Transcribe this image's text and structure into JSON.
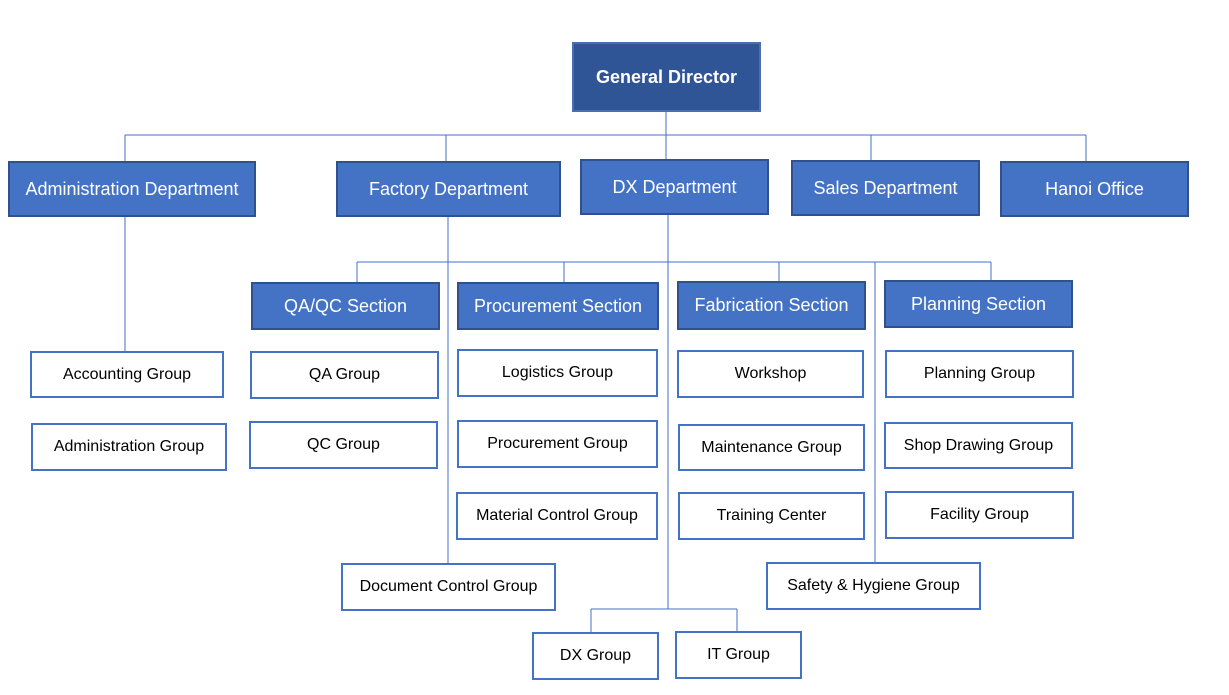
{
  "org": {
    "general_director": "General Director",
    "departments": {
      "administration": "Administration Department",
      "factory": "Factory Department",
      "dx": "DX Department",
      "sales": "Sales Department",
      "hanoi": "Hanoi Office"
    },
    "sections": {
      "qaqc": "QA/QC Section",
      "procurement": "Procurement Section",
      "fabrication": "Fabrication Section",
      "planning": "Planning Section"
    },
    "groups": {
      "accounting": "Accounting Group",
      "administration": "Administration Group",
      "qa": "QA Group",
      "qc": "QC Group",
      "logistics": "Logistics Group",
      "procurement": "Procurement Group",
      "material_control": "Material Control Group",
      "workshop": "Workshop",
      "maintenance": "Maintenance Group",
      "training_center": "Training Center",
      "planning": "Planning Group",
      "shop_drawing": "Shop Drawing Group",
      "facility": "Facility Group",
      "document_control": "Document Control Group",
      "safety_hygiene": "Safety & Hygiene Group",
      "dx": "DX Group",
      "it": "IT Group"
    }
  },
  "colors": {
    "box_fill": "#4472c4",
    "box_border": "#2f528f",
    "director_fill": "#2f5597",
    "connector": "#4472c4",
    "group_border": "#4472c4"
  }
}
